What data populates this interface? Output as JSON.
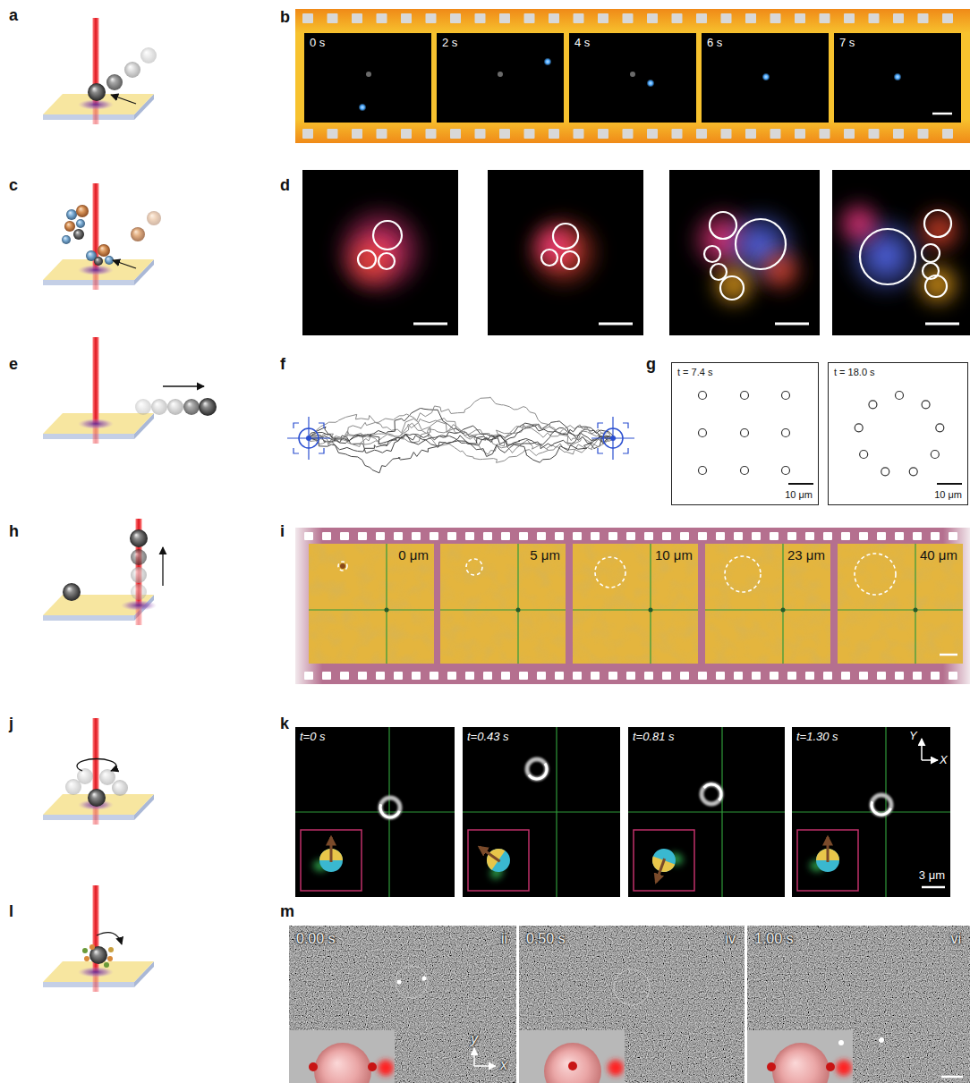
{
  "diagram": {
    "nodes": [
      {
        "text": [
          "0 s"
        ]
      },
      {
        "text": [
          "2 s"
        ]
      },
      {
        "text": [
          "4 s"
        ]
      },
      {
        "text": [
          "6 s"
        ]
      },
      {
        "text": [
          "7 s"
        ]
      },
      {
        "text": [
          "t = 7.4 s",
          "10 μm"
        ]
      },
      {
        "text": [
          "t = 18.0 s",
          "10 μm"
        ]
      },
      {
        "text": [
          "0 μm"
        ]
      },
      {
        "text": [
          "5 μm"
        ]
      },
      {
        "text": [
          "10 μm"
        ]
      },
      {
        "text": [
          "23 μm"
        ]
      },
      {
        "text": [
          "40 μm"
        ]
      },
      {
        "text": [
          "t=0 s"
        ]
      },
      {
        "text": [
          "t=0.43 s"
        ]
      },
      {
        "text": [
          "t=0.81 s"
        ]
      },
      {
        "text": [
          "t=1.30 s",
          "Y",
          "X",
          "3 μm"
        ]
      },
      {
        "text": [
          "0.00 s",
          "ii",
          "y",
          "x"
        ]
      },
      {
        "text": [
          "0.50 s",
          "iv"
        ]
      },
      {
        "text": [
          "1.00 s",
          "vi"
        ]
      }
    ],
    "labels": [
      "a",
      "b",
      "c",
      "d",
      "e",
      "f",
      "g",
      "h",
      "i",
      "j",
      "k",
      "l",
      "m"
    ]
  }
}
